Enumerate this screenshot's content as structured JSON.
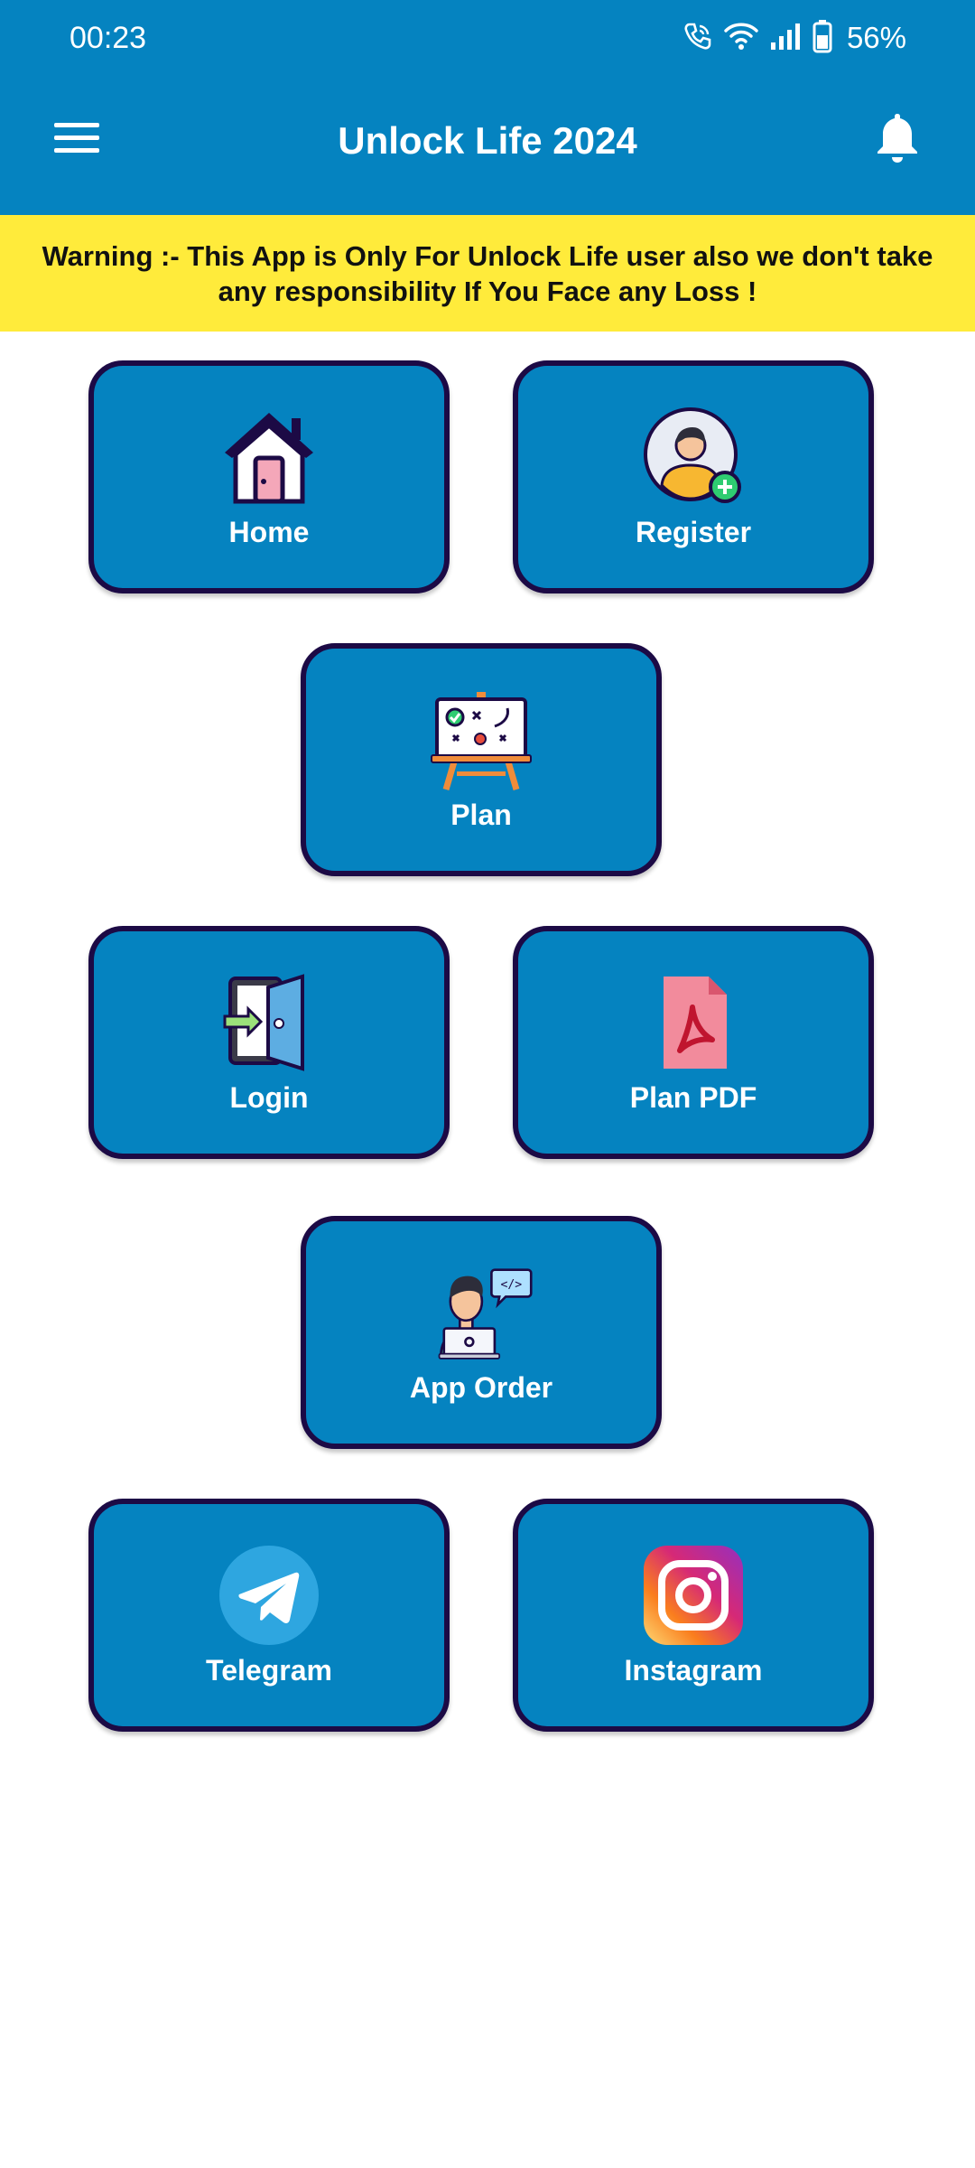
{
  "status_bar": {
    "time": "00:23",
    "battery_percent": "56%",
    "icons": [
      "wifi-calling-icon",
      "wifi-icon",
      "signal-icon",
      "battery-icon"
    ]
  },
  "app_bar": {
    "title": "Unlock Life 2024",
    "menu_icon": "hamburger-menu-icon",
    "notification_icon": "bell-icon"
  },
  "warning": {
    "text": "Warning :- This App is Only For Unlock Life user also we don't take any responsibility If You Face any Loss !"
  },
  "tiles": [
    {
      "label": "Home",
      "icon": "house-icon"
    },
    {
      "label": "Register",
      "icon": "user-add-icon"
    },
    {
      "label": "Plan",
      "icon": "strategy-board-icon"
    },
    {
      "label": "Login",
      "icon": "login-door-icon"
    },
    {
      "label": "Plan PDF",
      "icon": "pdf-file-icon"
    },
    {
      "label": "App Order",
      "icon": "developer-laptop-icon"
    },
    {
      "label": "Telegram",
      "icon": "telegram-icon"
    },
    {
      "label": "Instagram",
      "icon": "instagram-icon"
    }
  ],
  "colors": {
    "primary": "#0583c0",
    "warning_background": "#ffeb3b",
    "tile_border": "#1c0a45",
    "text_on_primary": "#ffffff"
  }
}
